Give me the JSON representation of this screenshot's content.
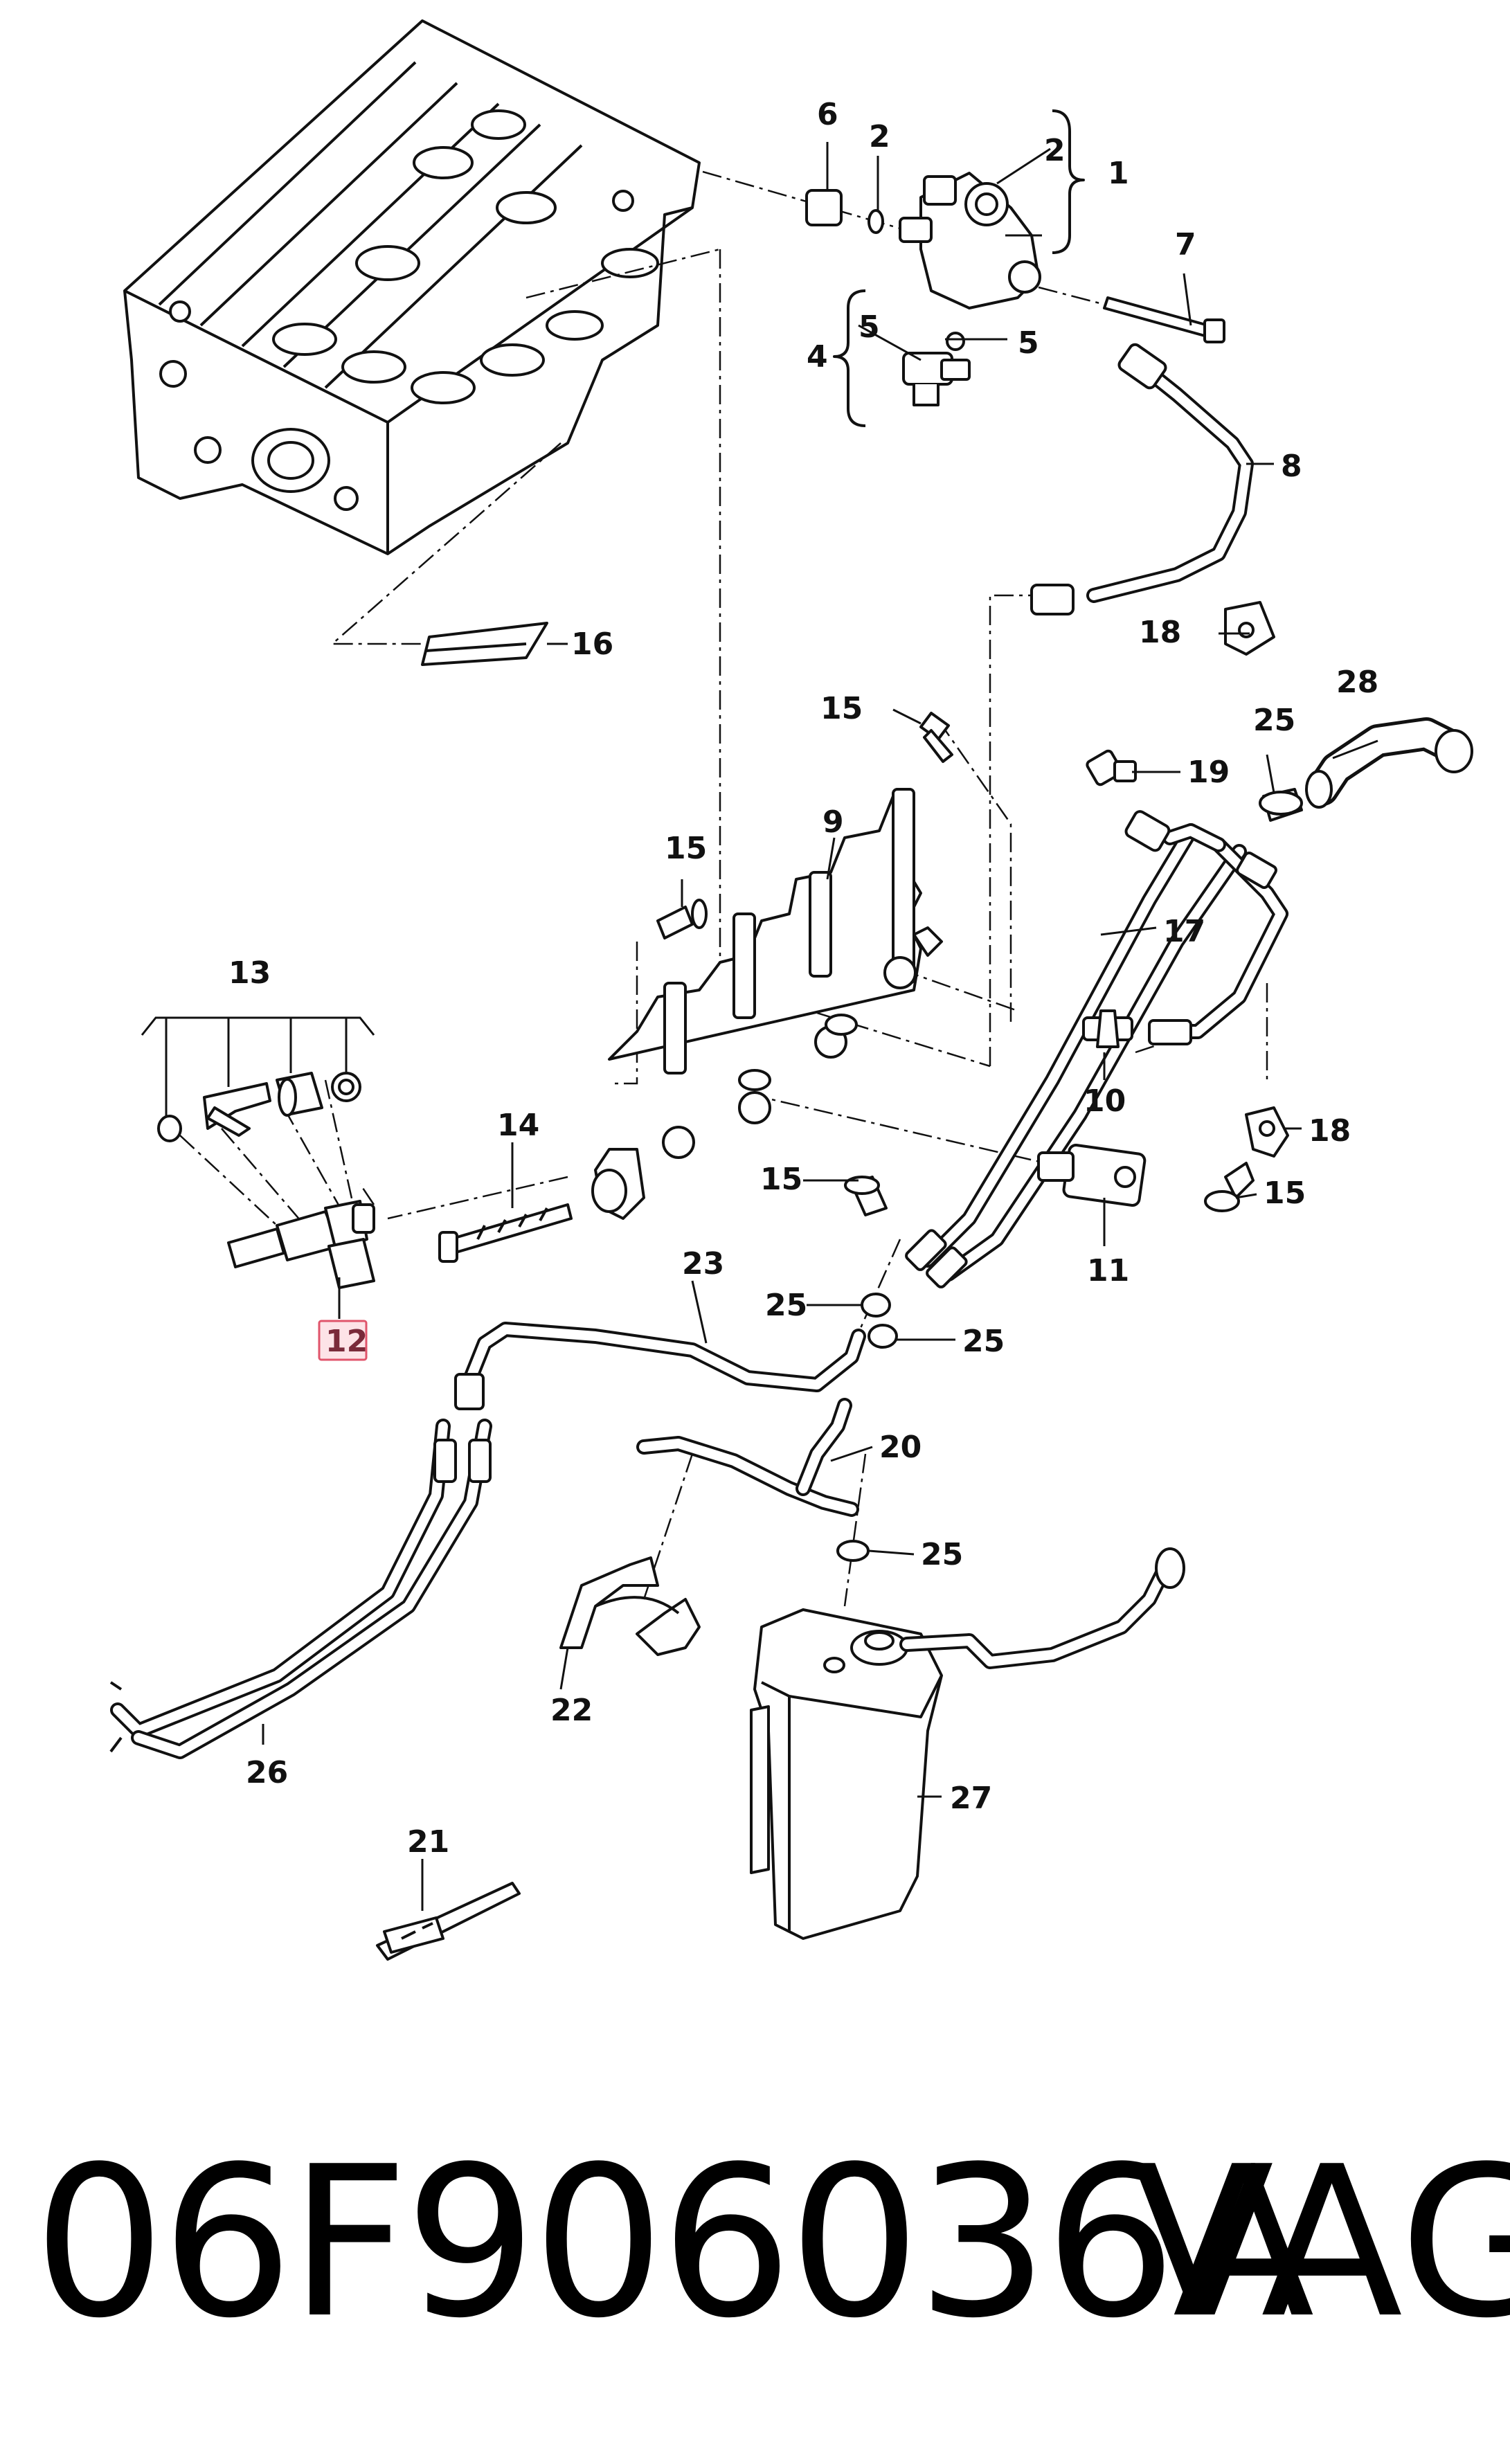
{
  "callouts": {
    "c1": "1",
    "c2a": "2",
    "c2b": "2",
    "c4": "4",
    "c5a": "5",
    "c5b": "5",
    "c6": "6",
    "c7": "7",
    "c8": "8",
    "c9": "9",
    "c10": "10",
    "c11": "11",
    "c12": "12",
    "c13": "13",
    "c14": "14",
    "c15a": "15",
    "c15b": "15",
    "c15c": "15",
    "c15d": "15",
    "c16": "16",
    "c17": "17",
    "c18a": "18",
    "c18b": "18",
    "c19": "19",
    "c20": "20",
    "c21": "21",
    "c22": "22",
    "c23": "23",
    "c25a": "25",
    "c25b": "25",
    "c25c": "25",
    "c25d": "25",
    "c26": "26",
    "c27": "27",
    "c28": "28"
  },
  "highlight": {
    "callout": "12",
    "color": "#e0546b",
    "fill": "#fde3e7"
  },
  "footer": {
    "part_number": "06F906036A",
    "brand": "VAG"
  }
}
